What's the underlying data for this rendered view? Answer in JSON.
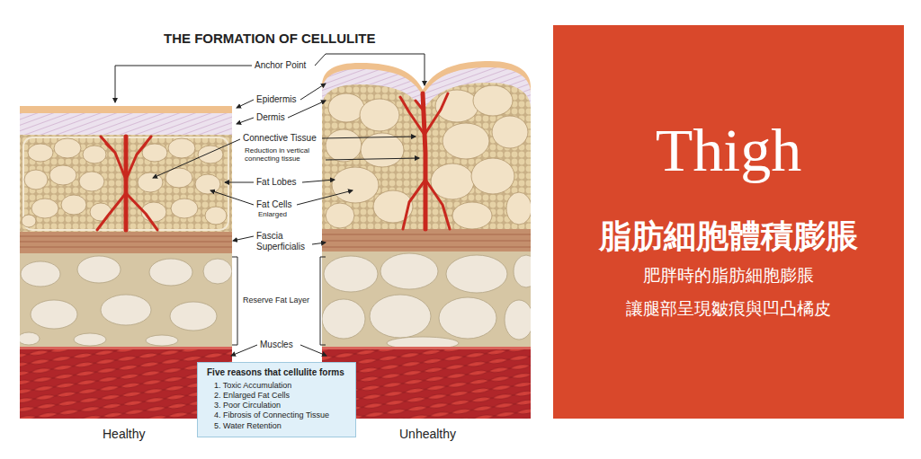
{
  "diagram": {
    "title": "THE FORMATION OF CELLULITE",
    "nodes": [
      {
        "text": [
          "Five reasons that cellulite forms",
          "1. Toxic Accumulation",
          "2. Enlarged Fat Cells",
          "3. Poor Circulation",
          "4. Fibrosis of Connecting Tissue",
          "5. Water Retention"
        ]
      },
      {
        "text": [
          "Thigh",
          "脂肪細胞體積膨脹",
          "肥胖時的脂肪細胞膨脹",
          "讓腿部呈現皺痕與凹凸橘皮"
        ]
      }
    ],
    "labels": [
      "Anchor Point",
      "Epidermis",
      "Dermis",
      "Connective Tissue",
      "Reduction in vertical connecting tissue",
      "Fat Lobes",
      "Fat Cells",
      "Enlarged",
      "Fascia Superficialis",
      "Reserve Fat Layer",
      "Muscles",
      "Healthy",
      "Unhealthy"
    ]
  }
}
